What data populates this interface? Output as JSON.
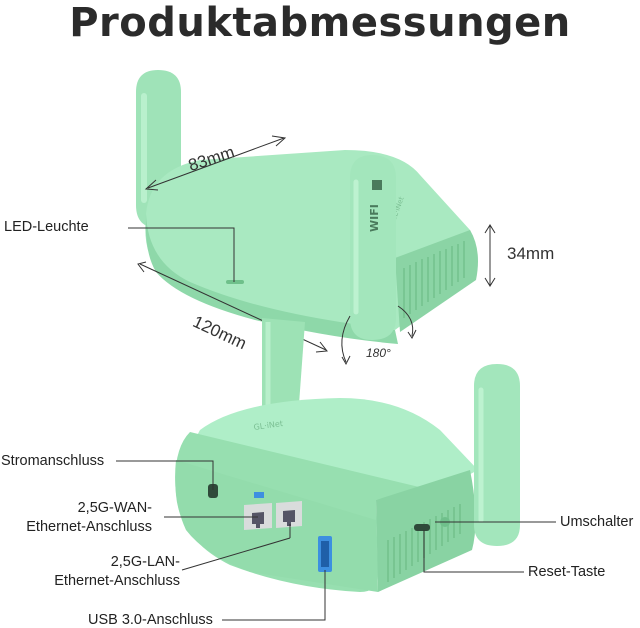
{
  "title": "Produktabmessungen",
  "dimensions": {
    "width": "83mm",
    "length": "120mm",
    "height": "34mm",
    "antenna_angle": "180°"
  },
  "labels": {
    "led": "LED-Leuchte",
    "power": "Stromanschluss",
    "wan_line1": "2,5G-WAN-",
    "wan_line2": "Ethernet-Anschluss",
    "lan_line1": "2,5G-LAN-",
    "lan_line2": "Ethernet-Anschluss",
    "usb": "USB 3.0-Anschluss",
    "switch": "Umschalter",
    "reset": "Reset-Taste"
  },
  "colors": {
    "body": "#a7e8bf",
    "body_shade": "#8fd9aa",
    "body_dark": "#7ccd9a",
    "port_blue": "#3d8fe0",
    "port_grey": "#d9dcdc",
    "line": "#333333"
  }
}
